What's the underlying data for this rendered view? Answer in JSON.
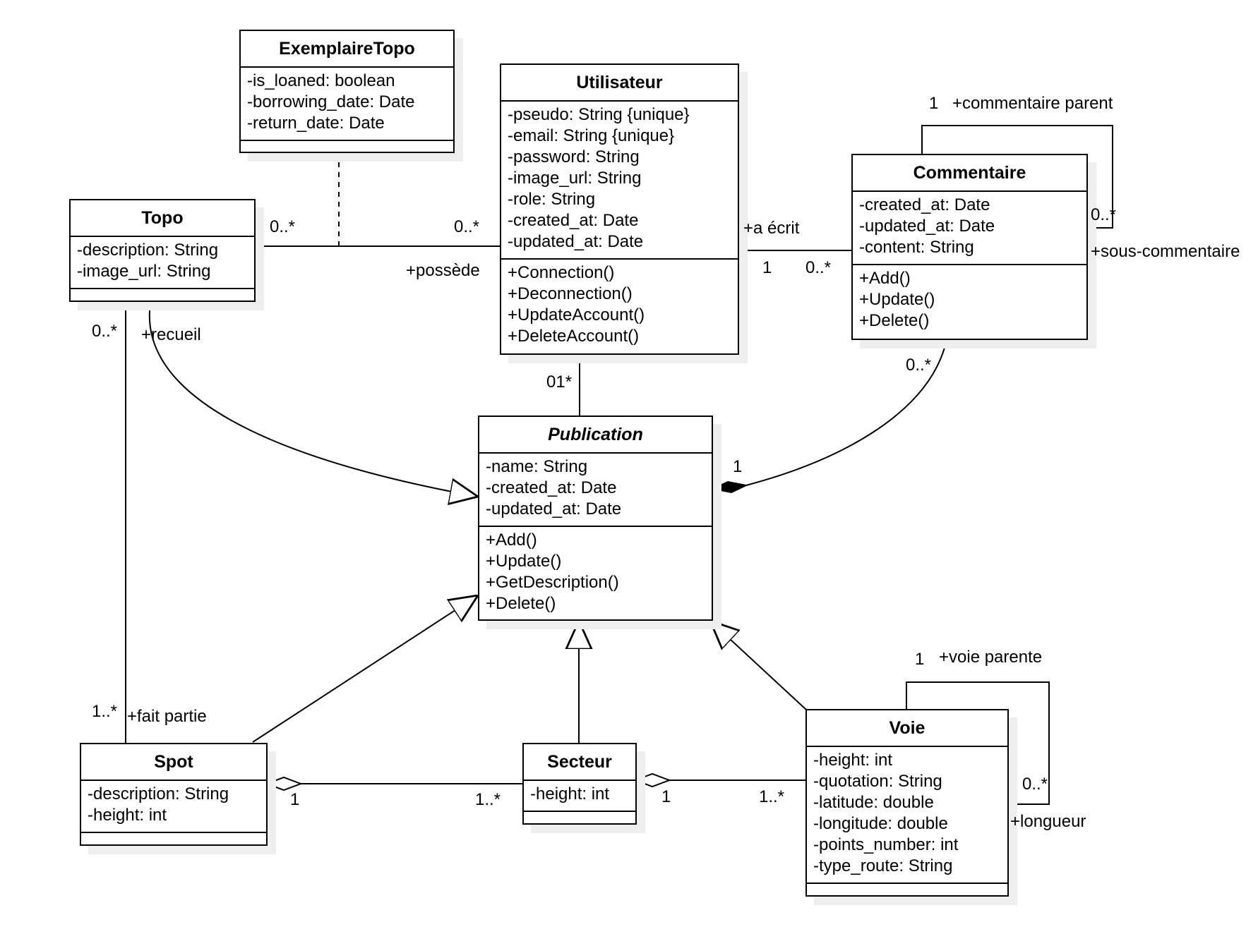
{
  "classes": {
    "exemplaire_topo": {
      "name": "ExemplaireTopo",
      "attributes": [
        "-is_loaned: boolean",
        "-borrowing_date: Date",
        "-return_date: Date"
      ],
      "methods": []
    },
    "utilisateur": {
      "name": "Utilisateur",
      "attributes": [
        "-pseudo: String {unique}",
        "-email: String {unique}",
        "-password: String",
        "-image_url: String",
        "-role: String",
        "-created_at: Date",
        "-updated_at: Date"
      ],
      "methods": [
        "+Connection()",
        "+Deconnection()",
        "+UpdateAccount()",
        "+DeleteAccount()"
      ]
    },
    "commentaire": {
      "name": "Commentaire",
      "attributes": [
        "-created_at: Date",
        "-updated_at: Date",
        "-content: String"
      ],
      "methods": [
        "+Add()",
        "+Update()",
        "+Delete()"
      ]
    },
    "topo": {
      "name": "Topo",
      "attributes": [
        "-description: String",
        "-image_url: String"
      ],
      "methods": []
    },
    "publication": {
      "name": "Publication",
      "abstract": true,
      "attributes": [
        "-name: String",
        "-created_at: Date",
        "-updated_at: Date"
      ],
      "methods": [
        "+Add()",
        "+Update()",
        "+GetDescription()",
        "+Delete()"
      ]
    },
    "spot": {
      "name": "Spot",
      "attributes": [
        "-description: String",
        "-height: int"
      ],
      "methods": []
    },
    "secteur": {
      "name": "Secteur",
      "attributes": [
        "-height: int"
      ],
      "methods": []
    },
    "voie": {
      "name": "Voie",
      "attributes": [
        "-height: int",
        "-quotation: String",
        "-latitude: double",
        "-longitude: double",
        "-points_number: int",
        "-type_route: String"
      ],
      "methods": []
    }
  },
  "labels": {
    "topo_possede_mult_left": "0..*",
    "topo_possede_mult_right": "0..*",
    "possede_role": "+possède",
    "a_ecrit_role": "+a écrit",
    "a_ecrit_mult_left": "1",
    "a_ecrit_mult_right": "0..*",
    "commentaire_parent_mult": "1",
    "commentaire_parent_role": "+commentaire parent",
    "sous_commentaire_mult": "0..*",
    "sous_commentaire_role": "+sous-commentaire",
    "utilisateur_publication_mult": "01*",
    "commentaire_publication_mult_top": "0..*",
    "commentaire_publication_mult_bottom": "1",
    "topo_spot_mult_top": "0..*",
    "recueil_role": "+recueil",
    "topo_spot_mult_bottom": "1..*",
    "fait_partie_role": "+fait partie",
    "spot_secteur_mult_left": "1",
    "spot_secteur_mult_right": "1..*",
    "secteur_voie_mult_left": "1",
    "secteur_voie_mult_right": "1..*",
    "voie_parente_mult": "1",
    "voie_parente_role": "+voie parente",
    "longueur_mult": "0..*",
    "longueur_role": "+longueur"
  }
}
